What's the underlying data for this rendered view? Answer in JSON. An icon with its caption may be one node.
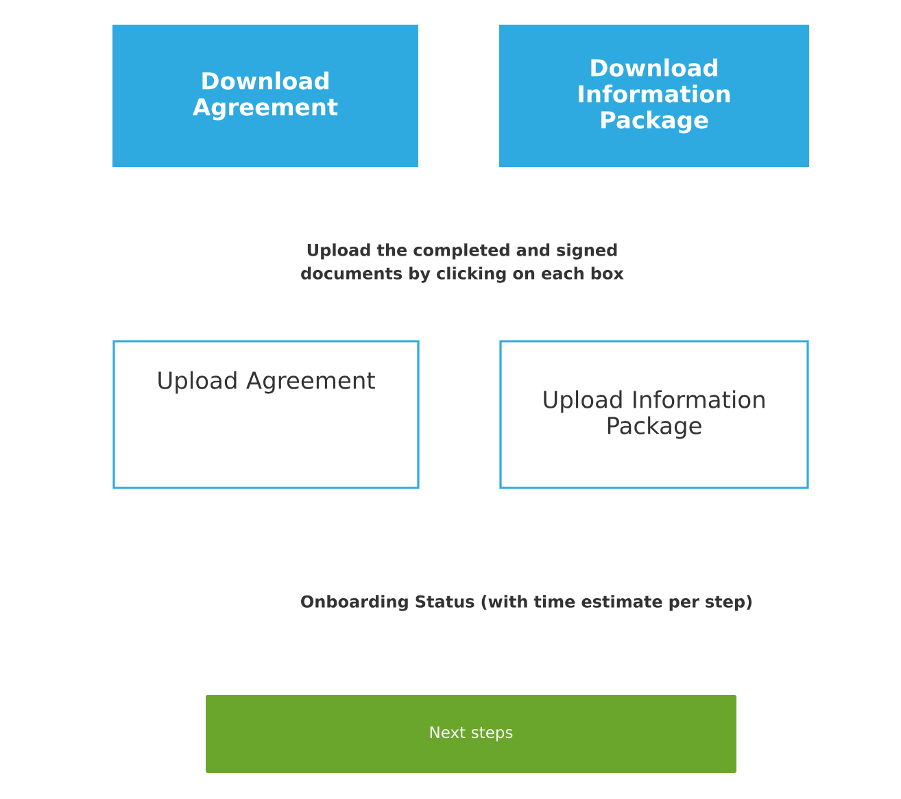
{
  "diagram": {
    "nodes": [
      {
        "text": [
          "Download Agreement"
        ]
      },
      {
        "text": [
          "Download Information Package"
        ]
      },
      {
        "text": [
          "Upload Agreement"
        ]
      },
      {
        "text": [
          "Upload Information Package"
        ]
      },
      {
        "text": [
          "Next steps"
        ]
      }
    ],
    "labels": [
      "Upload the completed and signed documents by clicking on each box",
      "Onboarding Status (with time estimate per step)"
    ]
  }
}
